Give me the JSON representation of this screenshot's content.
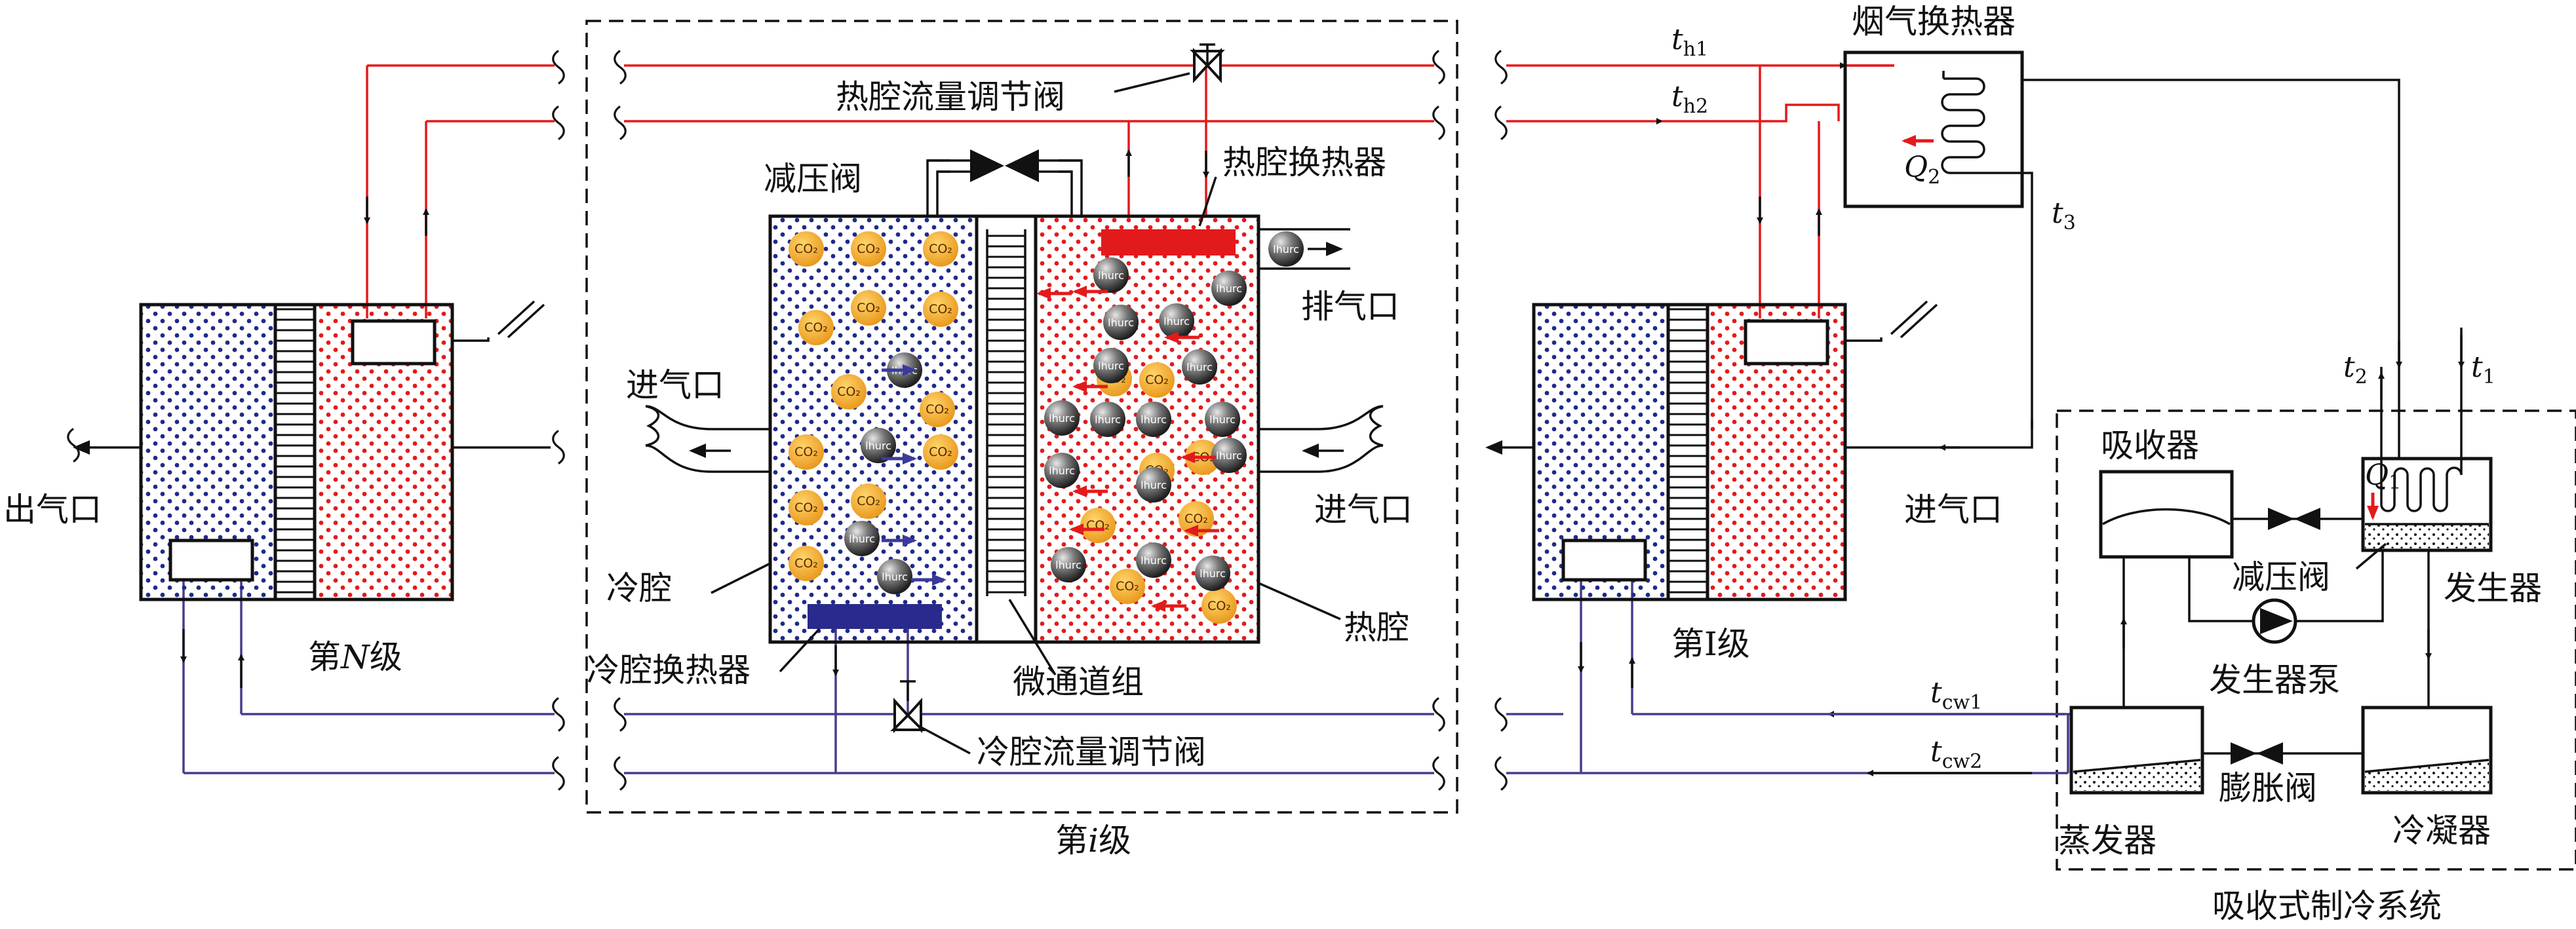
{
  "labels": {
    "flue_hx": "烟气换热器",
    "hot_flow_valve": "热腔流量调节阀",
    "pressure_valve_top": "减压阀",
    "hot_hx": "热腔换热器",
    "exhaust": "排气口",
    "inlet_left": "进气口",
    "inlet_right": "进气口",
    "inlet_stage1": "进气口",
    "outlet": "出气口",
    "cold_cavity": "冷腔",
    "cold_hx": "冷腔换热器",
    "microchannel": "微通道组",
    "hot_cavity": "热腔",
    "cold_flow_valve": "冷腔流量调节阀",
    "stage_n_prefix": "第",
    "stage_n_var": "N",
    "stage_suffix": "级",
    "stage_i_prefix": "第",
    "stage_i_var": "i",
    "stage_1": "第I级",
    "absorber": "吸收器",
    "pressure_valve_right": "减压阀",
    "generator": "发生器",
    "generator_pump": "发生器泵",
    "evaporator": "蒸发器",
    "expansion_valve": "膨胀阀",
    "condenser": "冷凝器",
    "absorption_system": "吸收式制冷系统"
  },
  "symbols": {
    "th1": {
      "main": "t",
      "sub": "h1"
    },
    "th2": {
      "main": "t",
      "sub": "h2"
    },
    "t3": {
      "main": "t",
      "sub": "3"
    },
    "t2": {
      "main": "t",
      "sub": "2"
    },
    "t1": {
      "main": "t",
      "sub": "1"
    },
    "tcw1": {
      "main": "t",
      "sub": "cw1"
    },
    "tcw2": {
      "main": "t",
      "sub": "cw2"
    },
    "Q2": {
      "main": "Q",
      "sub": "2"
    },
    "Q1": {
      "main": "Q",
      "sub": "1"
    }
  },
  "molecules": {
    "co2": "CO₂",
    "other": "lhurc"
  },
  "colors": {
    "hot_line": "#e31a1c",
    "cold_line": "#4a3c8c",
    "hot_dots": "#e31a1c",
    "cold_dots": "#1f2a8a",
    "co2_fill": "#f6b42c",
    "hot_hx_bar": "#e31a1c",
    "cold_hx_bar": "#2a2a8c"
  }
}
